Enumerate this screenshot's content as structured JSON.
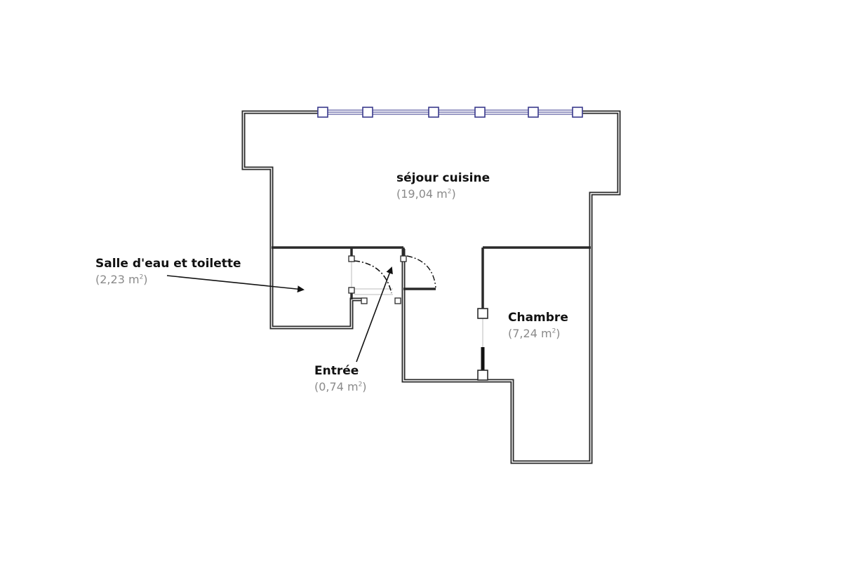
{
  "rooms": {
    "sejour": {
      "name": "séjour cuisine",
      "area_value": "19,04",
      "area_unit": "m",
      "area_exp": "2"
    },
    "salle_eau": {
      "name": "Salle d'eau et toilette",
      "area_value": "2,23",
      "area_unit": "m",
      "area_exp": "2"
    },
    "chambre": {
      "name": "Chambre",
      "area_value": "7,24",
      "area_unit": "m",
      "area_exp": "2"
    },
    "entree": {
      "name": "Entrée",
      "area_value": "0,74",
      "area_unit": "m",
      "area_exp": "2"
    }
  },
  "colors": {
    "wall": "#2a2a2a",
    "window": "#3a3a8c",
    "area_text": "#8a8a8a"
  }
}
